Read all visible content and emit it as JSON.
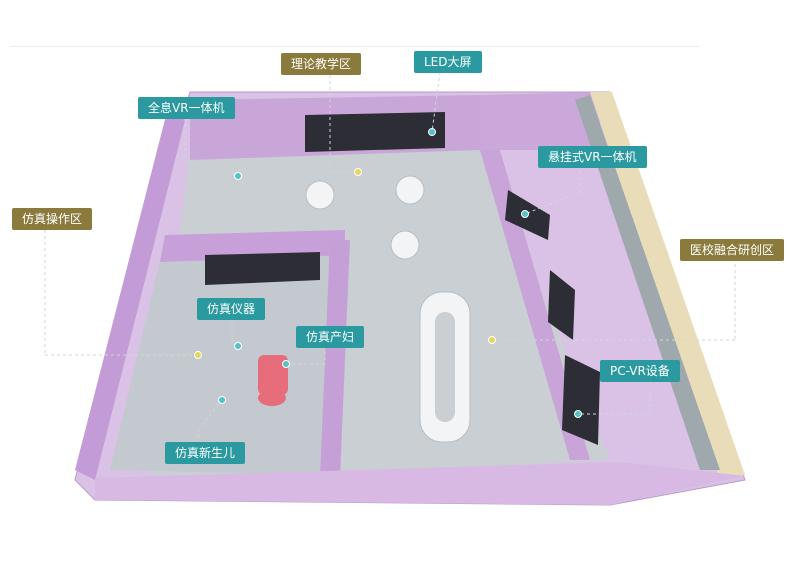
{
  "labels": {
    "theory_area": "理论教学区",
    "led_screen": "LED大屏",
    "holo_vr": "全息VR一体机",
    "hanging_vr": "悬挂式VR一体机",
    "sim_operation": "仿真操作区",
    "school_lab": "医校融合研创区",
    "sim_instrument": "仿真仪器",
    "sim_maternal": "仿真产妇",
    "pcvr": "PC-VR设备",
    "sim_newborn": "仿真新生儿"
  },
  "colors": {
    "gold": "#8a7a3c",
    "teal": "#2a9aa0",
    "wall": "#c9a6d8",
    "floor": "#c9cfd3"
  }
}
